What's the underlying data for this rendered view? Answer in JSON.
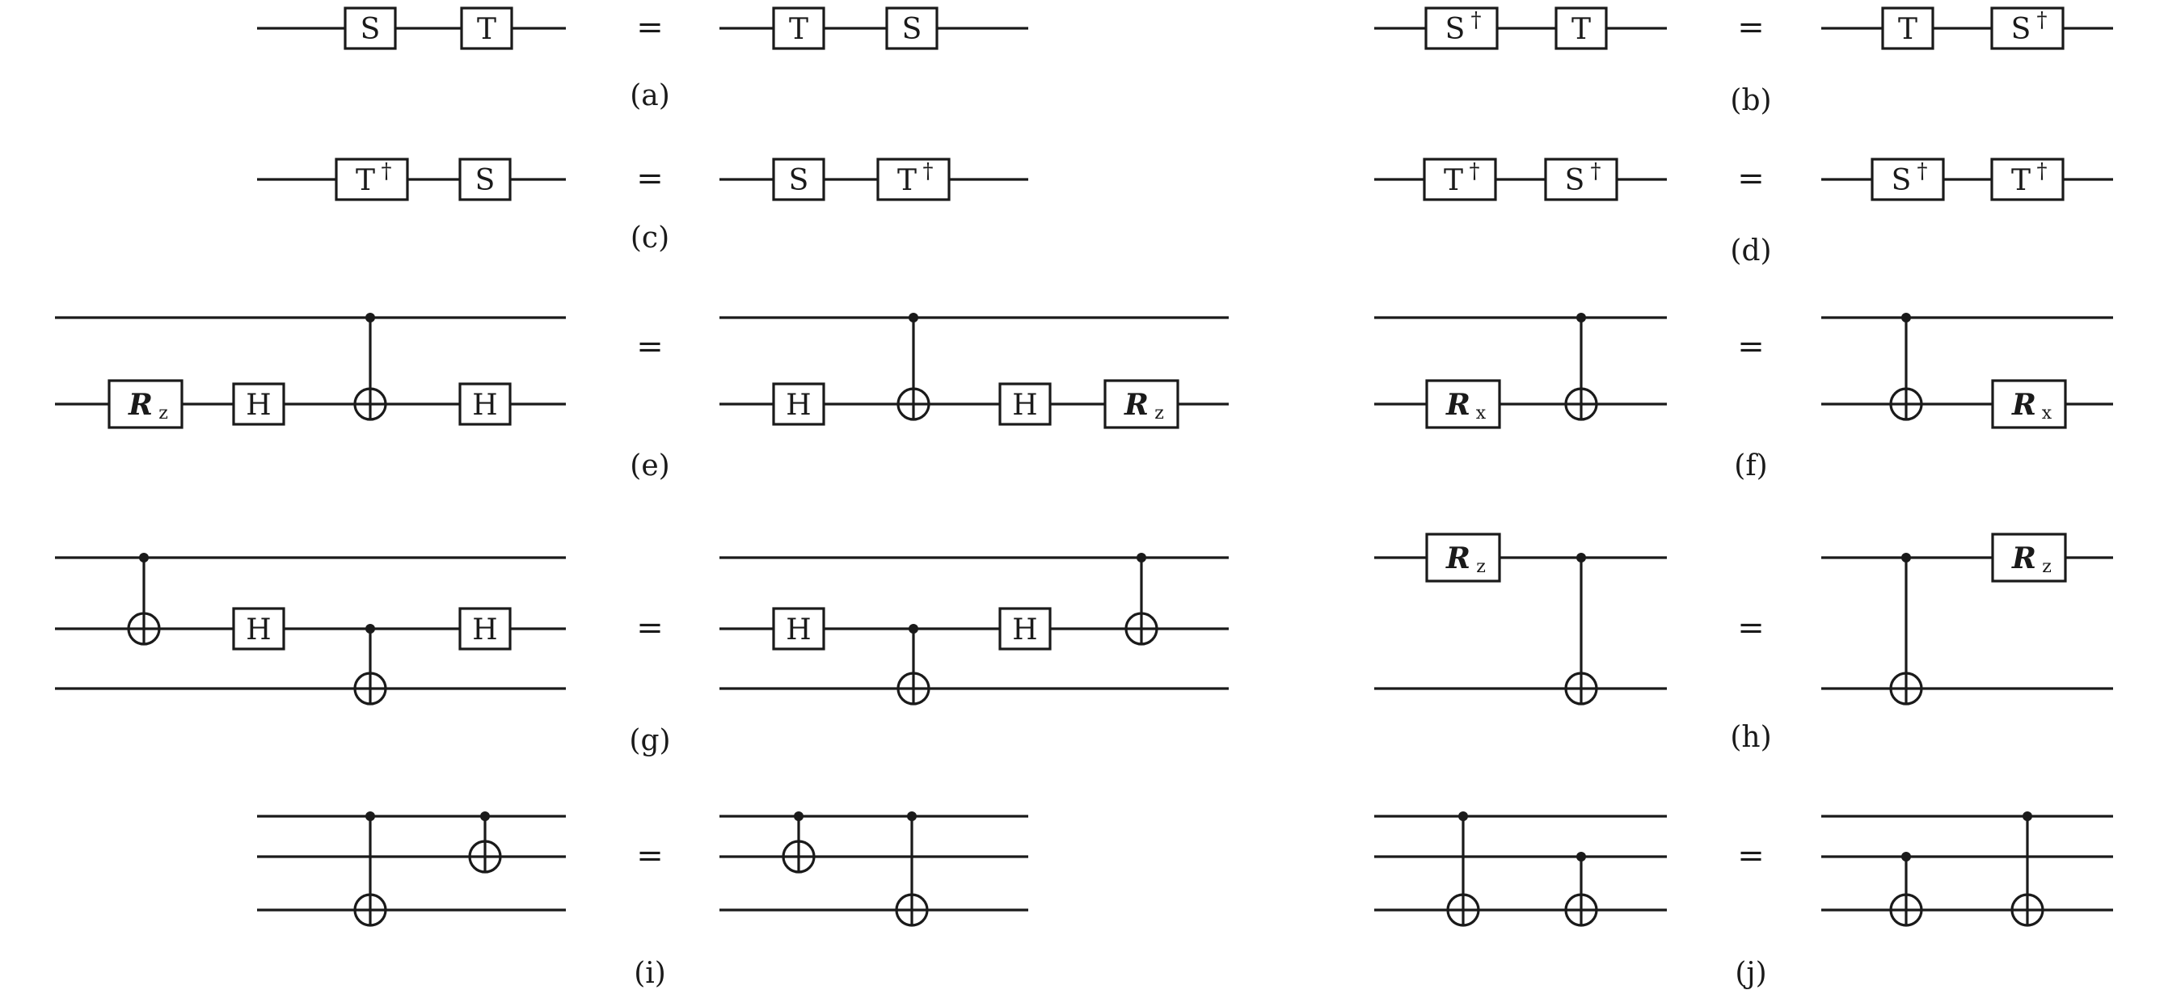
{
  "equals_sign": "=",
  "panels": [
    {
      "label": "(a)",
      "lhs": {
        "wires": 1,
        "ops": [
          {
            "gate": "S"
          },
          {
            "gate": "T"
          }
        ]
      },
      "rhs": {
        "wires": 1,
        "ops": [
          {
            "gate": "T"
          },
          {
            "gate": "S"
          }
        ]
      }
    },
    {
      "label": "(b)",
      "lhs": {
        "wires": 1,
        "ops": [
          {
            "gate": "S",
            "sup": "†"
          },
          {
            "gate": "T"
          }
        ]
      },
      "rhs": {
        "wires": 1,
        "ops": [
          {
            "gate": "T"
          },
          {
            "gate": "S",
            "sup": "†"
          }
        ]
      }
    },
    {
      "label": "(c)",
      "lhs": {
        "wires": 1,
        "ops": [
          {
            "gate": "T",
            "sup": "†"
          },
          {
            "gate": "S"
          }
        ]
      },
      "rhs": {
        "wires": 1,
        "ops": [
          {
            "gate": "S"
          },
          {
            "gate": "T",
            "sup": "†"
          }
        ]
      }
    },
    {
      "label": "(d)",
      "lhs": {
        "wires": 1,
        "ops": [
          {
            "gate": "T",
            "sup": "†"
          },
          {
            "gate": "S",
            "sup": "†"
          }
        ]
      },
      "rhs": {
        "wires": 1,
        "ops": [
          {
            "gate": "S",
            "sup": "†"
          },
          {
            "gate": "T",
            "sup": "†"
          }
        ]
      }
    },
    {
      "label": "(e)",
      "lhs": {
        "wires": 2,
        "ops": [
          {
            "gate": "R",
            "sub": "z",
            "bold": true,
            "wire": 1
          },
          {
            "gate": "H",
            "wire": 1
          },
          {
            "cnot": true,
            "control": 0,
            "target": 1
          },
          {
            "gate": "H",
            "wire": 1
          }
        ]
      },
      "rhs": {
        "wires": 2,
        "ops": [
          {
            "gate": "H",
            "wire": 1
          },
          {
            "cnot": true,
            "control": 0,
            "target": 1
          },
          {
            "gate": "H",
            "wire": 1
          },
          {
            "gate": "R",
            "sub": "z",
            "bold": true,
            "wire": 1
          }
        ]
      }
    },
    {
      "label": "(f)",
      "lhs": {
        "wires": 2,
        "ops": [
          {
            "gate": "R",
            "sub": "x",
            "bold": true,
            "wire": 1
          },
          {
            "cnot": true,
            "control": 0,
            "target": 1
          }
        ]
      },
      "rhs": {
        "wires": 2,
        "ops": [
          {
            "cnot": true,
            "control": 0,
            "target": 1
          },
          {
            "gate": "R",
            "sub": "x",
            "bold": true,
            "wire": 1
          }
        ]
      }
    },
    {
      "label": "(g)",
      "lhs": {
        "wires": 3,
        "ops": [
          {
            "cnot": true,
            "control": 0,
            "target": 1
          },
          {
            "gate": "H",
            "wire": 1
          },
          {
            "cnot": true,
            "control": 1,
            "target": 2
          },
          {
            "gate": "H",
            "wire": 1
          }
        ]
      },
      "rhs": {
        "wires": 3,
        "ops": [
          {
            "gate": "H",
            "wire": 1
          },
          {
            "cnot": true,
            "control": 1,
            "target": 2
          },
          {
            "gate": "H",
            "wire": 1
          },
          {
            "cnot": true,
            "control": 0,
            "target": 1
          }
        ]
      }
    },
    {
      "label": "(h)",
      "lhs": {
        "wires": 2,
        "ops": [
          {
            "gate": "R",
            "sub": "z",
            "bold": true,
            "wire": 0
          },
          {
            "cnot": true,
            "control": 0,
            "target": 1
          }
        ]
      },
      "rhs": {
        "wires": 2,
        "ops": [
          {
            "cnot": true,
            "control": 0,
            "target": 1
          },
          {
            "gate": "R",
            "sub": "z",
            "bold": true,
            "wire": 0
          }
        ]
      }
    },
    {
      "label": "(i)",
      "lhs": {
        "wires": 3,
        "ops": [
          {
            "cnot": true,
            "control": 0,
            "target": 2
          },
          {
            "cnot": true,
            "control": 0,
            "target": 1
          }
        ]
      },
      "rhs": {
        "wires": 3,
        "ops": [
          {
            "cnot": true,
            "control": 0,
            "target": 1
          },
          {
            "cnot": true,
            "control": 0,
            "target": 2
          }
        ]
      }
    },
    {
      "label": "(j)",
      "lhs": {
        "wires": 3,
        "ops": [
          {
            "cnot": true,
            "control": 0,
            "target": 2
          },
          {
            "cnot": true,
            "control": 1,
            "target": 2
          }
        ]
      },
      "rhs": {
        "wires": 3,
        "ops": [
          {
            "cnot": true,
            "control": 1,
            "target": 2
          },
          {
            "cnot": true,
            "control": 0,
            "target": 2
          }
        ]
      }
    }
  ]
}
